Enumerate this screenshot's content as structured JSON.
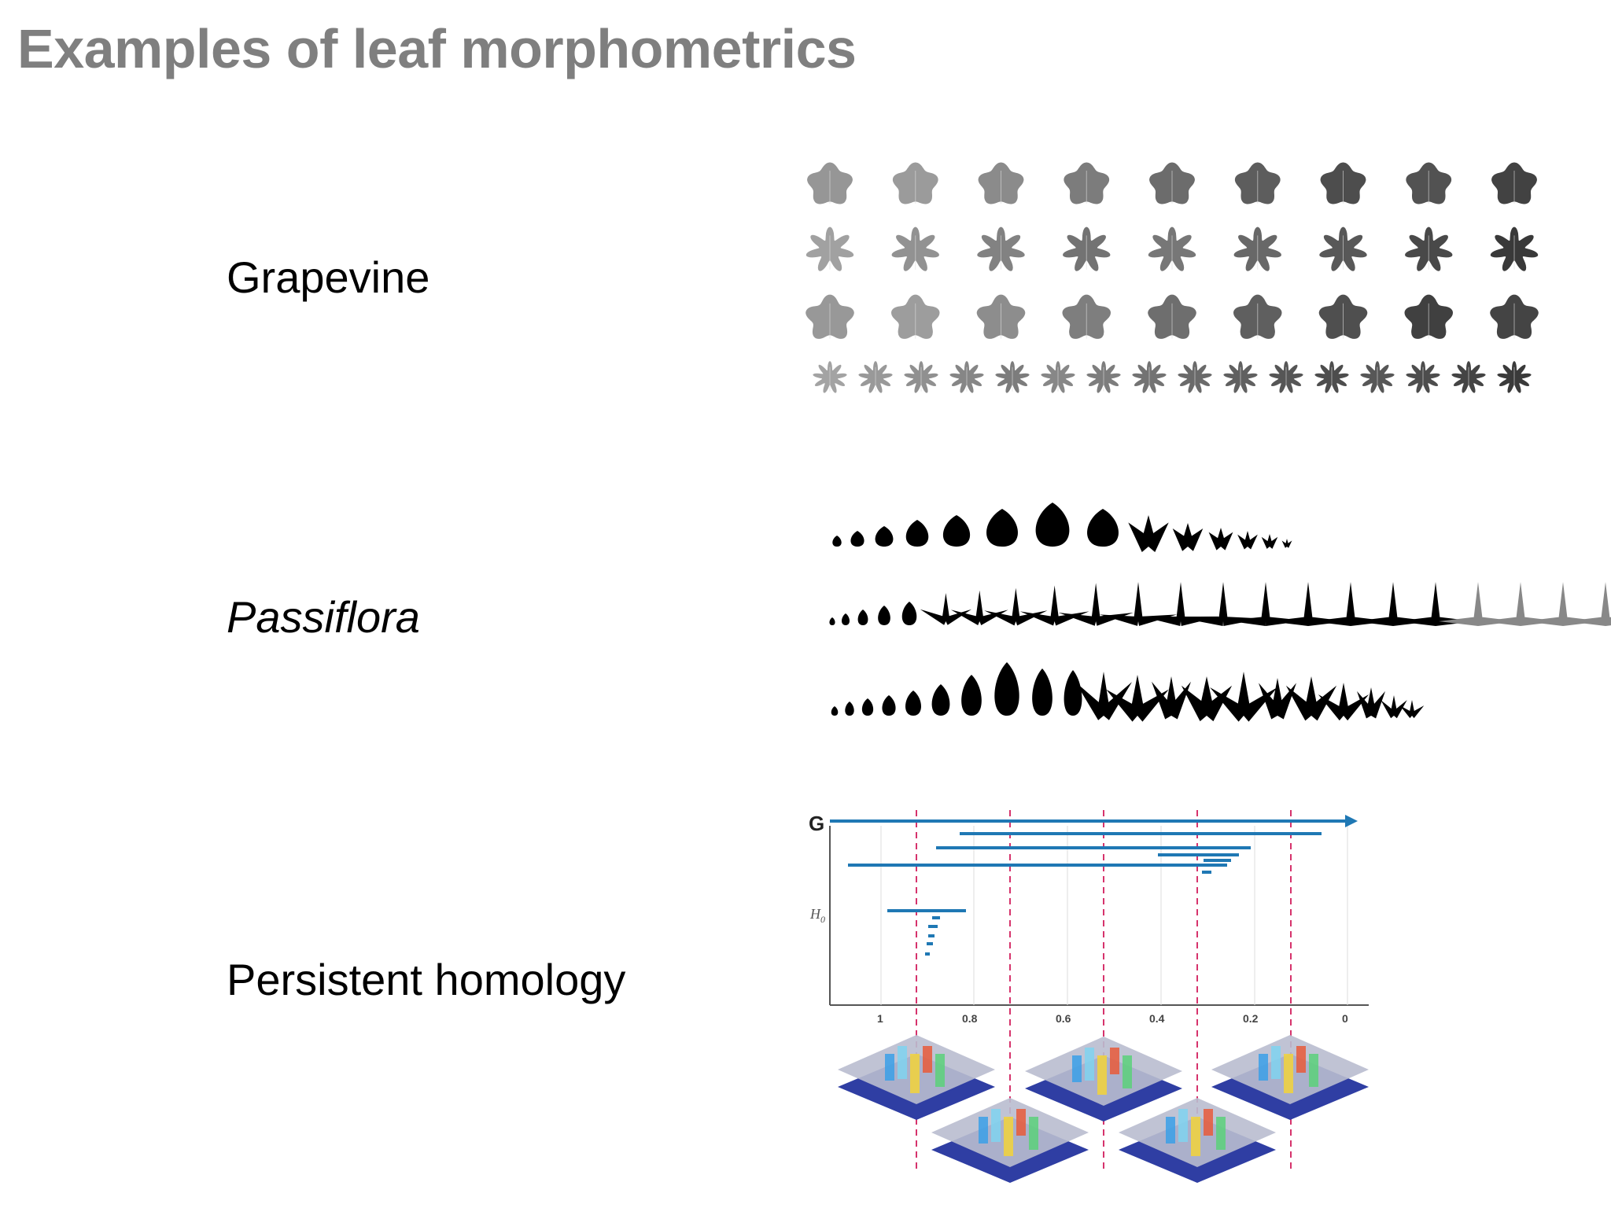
{
  "slide": {
    "title": "Examples of leaf morphometrics",
    "sections": [
      {
        "label": "Grapevine"
      },
      {
        "label": "Passiflora"
      },
      {
        "label": "Persistent homology"
      }
    ]
  },
  "ph_figure": {
    "g_label": "G",
    "h0_label": "H",
    "h0_subscript": "0",
    "x_ticks": [
      "1",
      "0.8",
      "0.6",
      "0.4",
      "0.2",
      "0"
    ]
  }
}
